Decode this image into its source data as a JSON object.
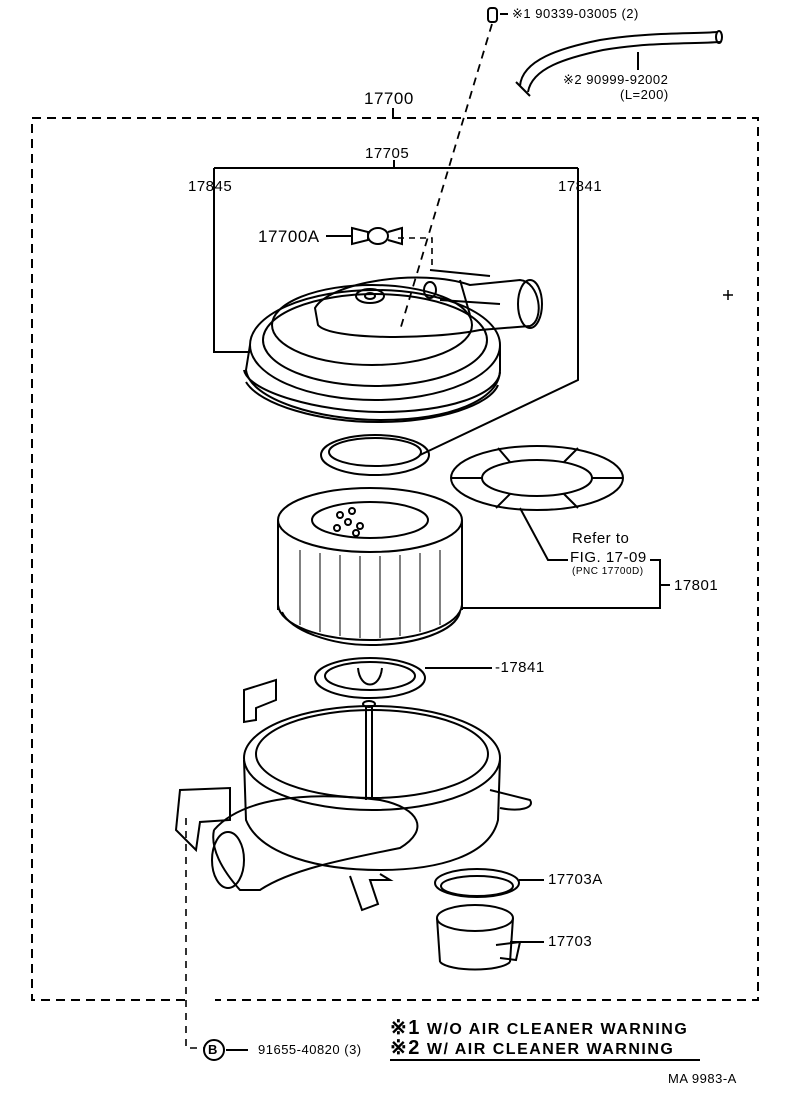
{
  "top": {
    "hose_fitting_label": "※1 90339-03005 (2)",
    "hose_label": "※2 90999-92002",
    "hose_length": "(L=200)"
  },
  "assembly": {
    "main_no": "17700",
    "cap_assy_no": "17705",
    "cap_no": "17845",
    "cap_gasket_no": "17841",
    "wing_nut_no": "17700A"
  },
  "element": {
    "refer_label": "Refer to",
    "fig_label": "FIG. 17-09",
    "pnc_label": "(PNC 17700D)",
    "element_no": "17801"
  },
  "lower": {
    "case_gasket_no": "-17841",
    "hose_band_gasket_no": "17703A",
    "hose_no": "17703"
  },
  "bolt": {
    "marker": "B",
    "part_no": "91655-40820 (3)"
  },
  "legend": [
    {
      "mark": "※1",
      "text": "W/O AIR  CLEANER  WARNING"
    },
    {
      "mark": "※2",
      "text": "W/ AIR  CLEANER  WARNING"
    }
  ],
  "footer": {
    "drawing_no": "MA  9983-A"
  }
}
